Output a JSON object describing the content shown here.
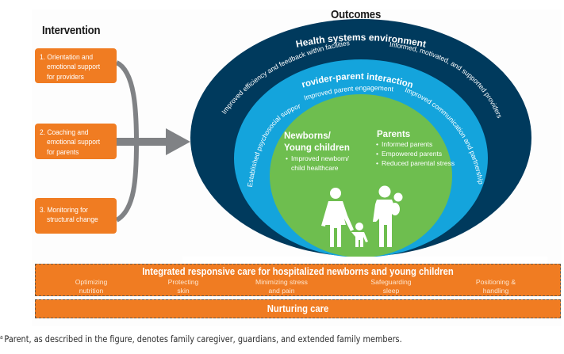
{
  "intervention": {
    "heading": "Intervention",
    "items": [
      {
        "number": "1.",
        "lines": [
          "Orientation and",
          "emotional support",
          "for providers"
        ]
      },
      {
        "number": "2.",
        "lines": [
          "Coaching and",
          "emotional support",
          "for parents"
        ]
      },
      {
        "number": "3.",
        "lines": [
          "Monitoring for",
          "structural change"
        ]
      }
    ],
    "arrow_icon": "right-arrow-icon"
  },
  "outcomes": {
    "heading": "Outcomes",
    "outer_ring": {
      "title": "Health systems environment",
      "left_text": "Improved efficiency and feedback within facilities",
      "right_text": "Informed, motivated, and supported providers",
      "color": "#003a5d"
    },
    "middle_ring": {
      "title": "Provider-parent interactions",
      "top_text": "Improved parent engagement",
      "left_text": "Established psychosocial support",
      "right_text": "Improved communication and partnership",
      "color": "#14a4dc"
    },
    "inner_circle": {
      "color": "#6ebe4f",
      "newborns": {
        "title_line1": "Newborns/",
        "title_line2": "Young children",
        "bullets": [
          "Improved newborn/",
          "child healthcare"
        ]
      },
      "parents": {
        "title": "Parents",
        "bullets": [
          "Informed parents",
          "Empowered parents",
          "Reduced parental stress"
        ]
      },
      "family_icon": "family-icon"
    }
  },
  "integrated_care": {
    "title": "Integrated responsive care for hospitalized newborns and young children",
    "items": [
      {
        "lines": [
          "Optimizing",
          "nutrition"
        ]
      },
      {
        "lines": [
          "Protecting",
          "skin"
        ]
      },
      {
        "lines": [
          "Minimizing stress",
          "and pain"
        ]
      },
      {
        "lines": [
          "Safeguarding",
          "sleep"
        ]
      },
      {
        "lines": [
          "Positioning &",
          "handling"
        ]
      }
    ]
  },
  "nurturing_care": {
    "title": "Nurturing care"
  },
  "footnote": {
    "marker": "a",
    "text": "Parent, as described in the figure, denotes family caregiver, guardians, and extended family members."
  },
  "colors": {
    "orange": "#f07c22",
    "arrow_gray": "#808285",
    "navy": "#003a5d",
    "blue": "#14a4dc",
    "green": "#6ebe4f"
  }
}
